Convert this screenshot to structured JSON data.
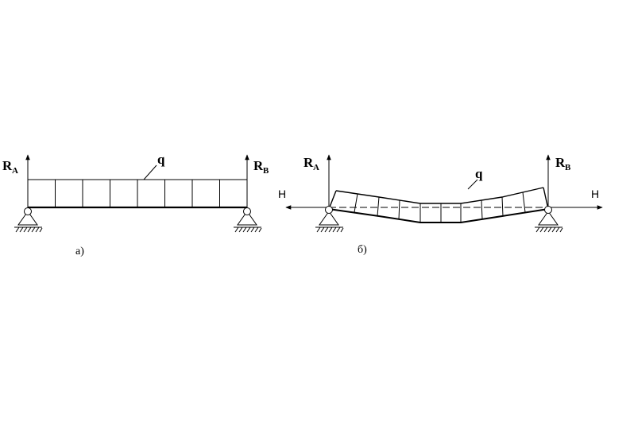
{
  "diagram_a": {
    "reaction_left": "R",
    "reaction_left_sub": "A",
    "reaction_right": "R",
    "reaction_right_sub": "B",
    "load": "q",
    "caption": "а)"
  },
  "diagram_b": {
    "reaction_left": "R",
    "reaction_left_sub": "A",
    "reaction_right": "R",
    "reaction_right_sub": "B",
    "load": "q",
    "thrust_left": "H",
    "thrust_right": "H",
    "caption": "б)"
  }
}
